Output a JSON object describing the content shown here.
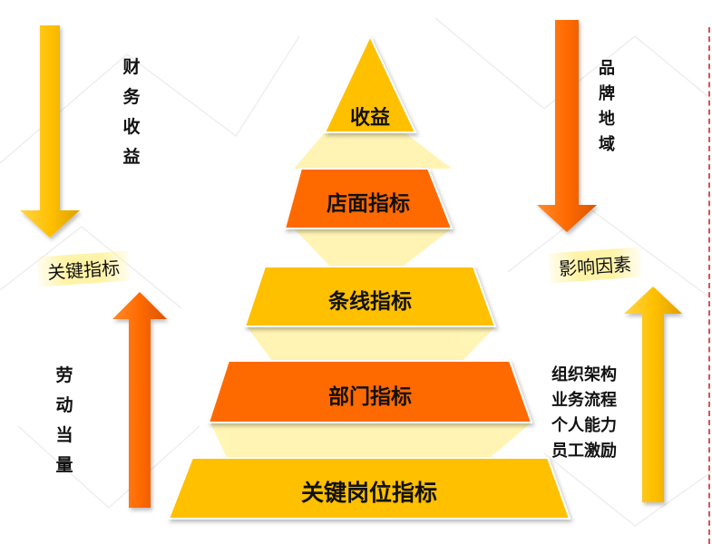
{
  "pyramid": {
    "levels": [
      "收益",
      "店面指标",
      "条线指标",
      "部门指标",
      "关键岗位指标"
    ]
  },
  "left": {
    "top_text": "财务收益",
    "tag": "关键指标",
    "bottom_text": "劳动当量"
  },
  "right": {
    "top_text": "品牌地域",
    "tag": "影响因素",
    "factors": [
      "组织架构",
      "业务流程",
      "个人能力",
      "员工激励"
    ]
  },
  "colors": {
    "yellow": "#ffc000",
    "orange": "#ff6a00",
    "light_yellow": "#fff3a8"
  }
}
